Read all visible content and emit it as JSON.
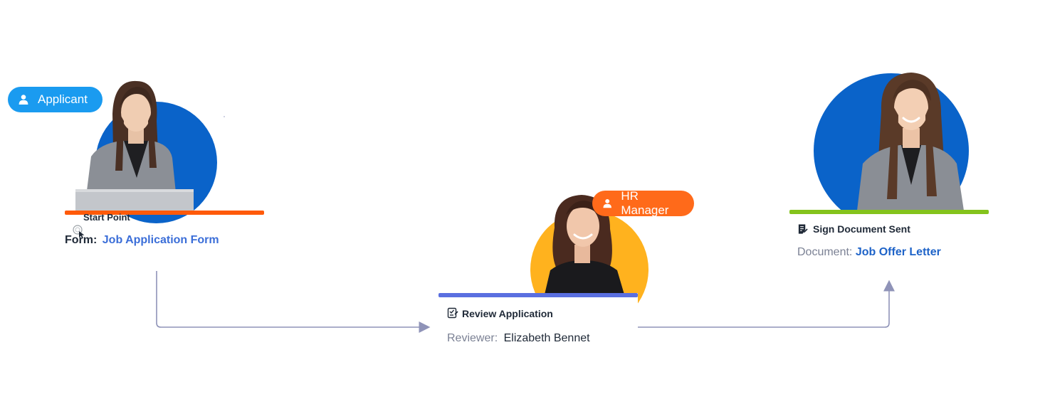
{
  "steps": {
    "start": {
      "role": "Applicant",
      "title": "Start Point",
      "label": "Form:",
      "value": "Job Application Form"
    },
    "review": {
      "role": "HR Manager",
      "title": "Review Application",
      "label": "Reviewer:",
      "value": "Elizabeth Bennet"
    },
    "sign": {
      "title": "Sign Document Sent",
      "label": "Document:",
      "value": "Job Offer Letter"
    }
  },
  "colors": {
    "applicant_badge": "#1a9bf0",
    "hr_badge": "#ff6a1a",
    "start_bar": "#ff5a0a",
    "review_bar": "#5a6fe0",
    "sign_bar": "#84c31c",
    "blue_circle": "#0a63c9",
    "yellow_circle": "#ffb21e",
    "connector": "#8f93b8",
    "link": "#3b6ed8"
  },
  "icons": {
    "role_badge": "user-icon",
    "review": "review-checklist-icon",
    "sign": "document-sign-icon",
    "cursor": "cursor-icon"
  }
}
